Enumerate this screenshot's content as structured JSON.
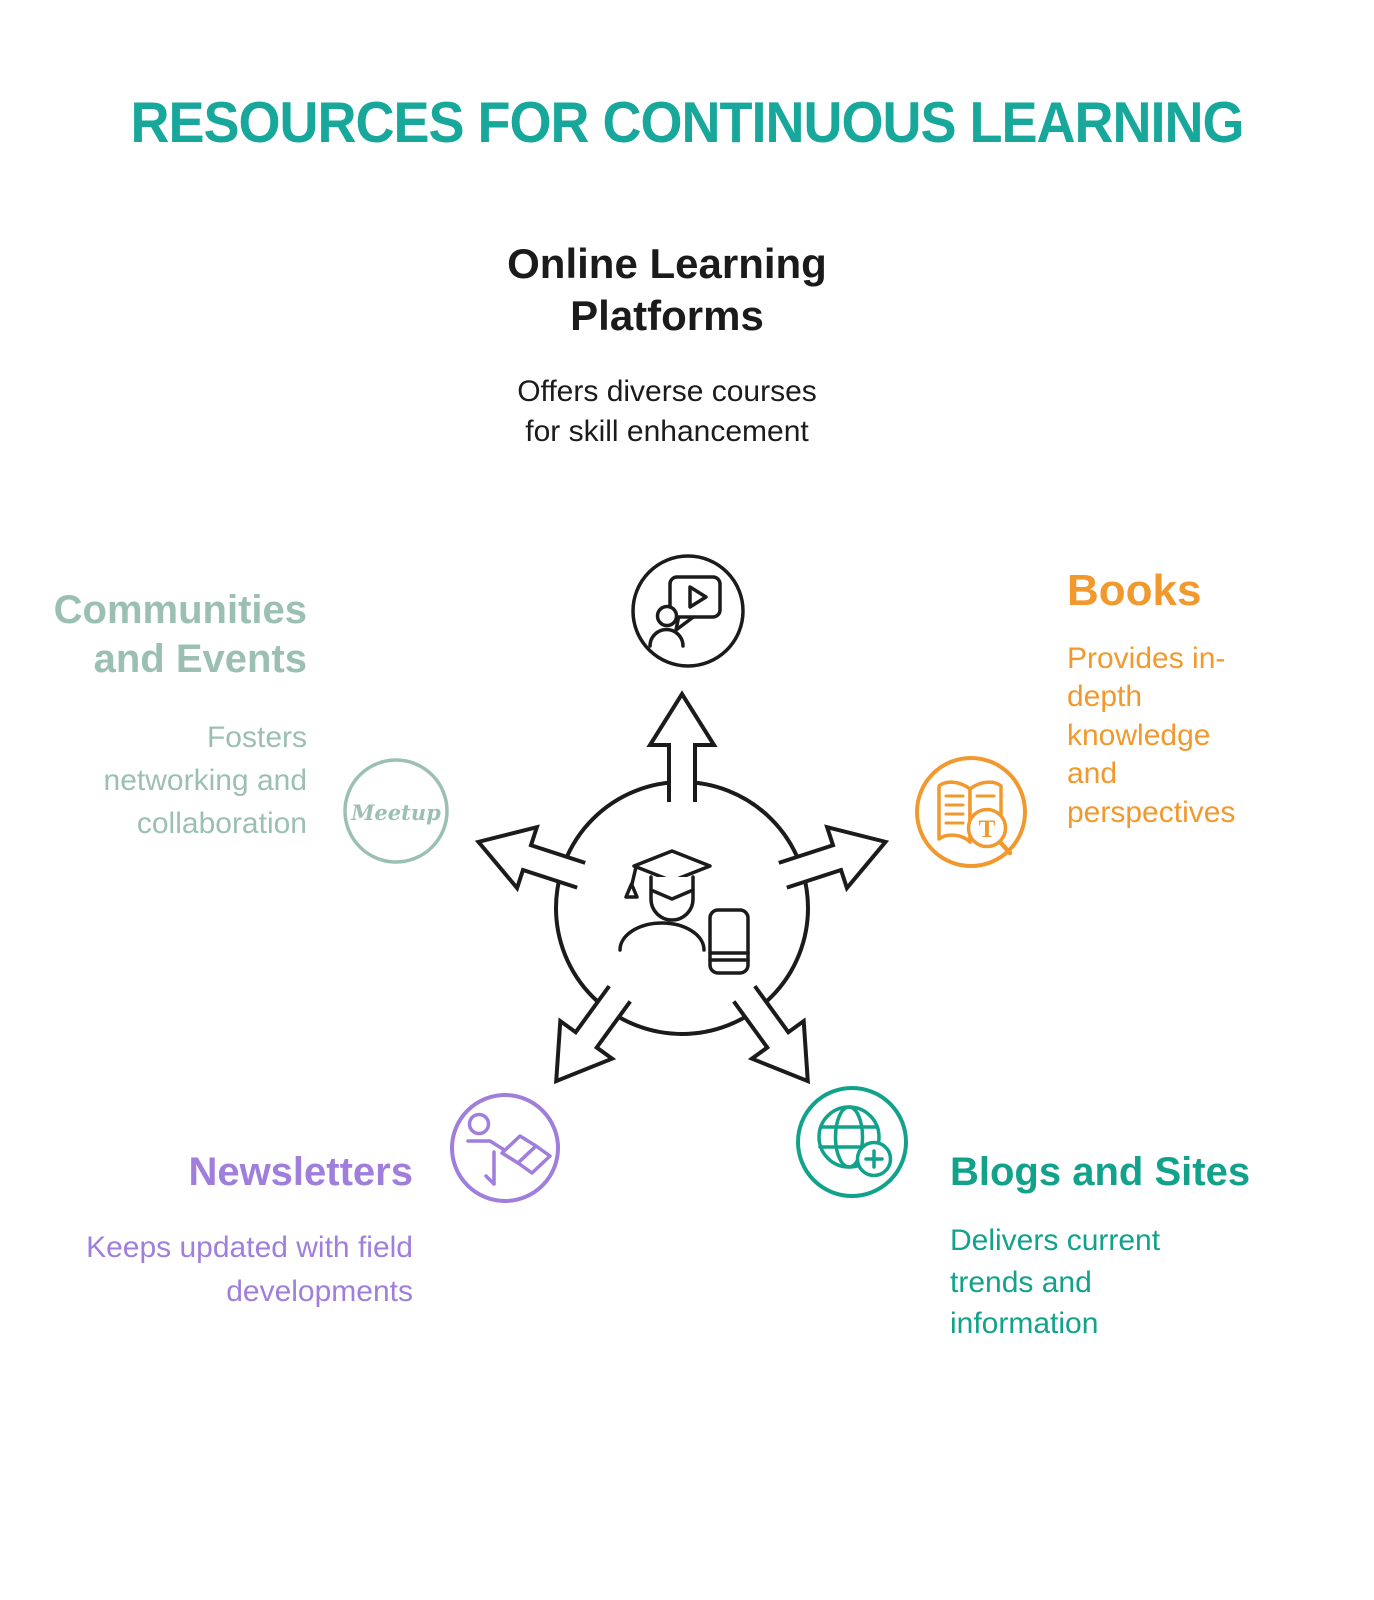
{
  "title": "RESOURCES FOR CONTINUOUS LEARNING",
  "colors": {
    "title": "#18A79B",
    "line_art": "#1B1B1B",
    "communities": "#9BC0B3",
    "books": "#F2992E",
    "newsletters": "#9F7EDC",
    "blogs": "#12A28B",
    "center_text": "#1B1B1B"
  },
  "hub": {
    "icon": "graduate-student-with-phone-icon"
  },
  "spokes": [
    {
      "id": "online-learning-platforms",
      "position": "top",
      "label": "Online Learning Platforms",
      "description": "Offers diverse courses for skill enhancement",
      "icon": "video-lesson-icon",
      "color": "#1B1B1B"
    },
    {
      "id": "books",
      "position": "right",
      "label": "Books",
      "description": "Provides in-depth knowledge and perspectives",
      "icon": "book-search-icon",
      "color": "#F2992E"
    },
    {
      "id": "blogs-and-sites",
      "position": "bottom-right",
      "label": "Blogs and Sites",
      "description": "Delivers current trends and information",
      "icon": "globe-plus-icon",
      "color": "#12A28B"
    },
    {
      "id": "newsletters",
      "position": "bottom-left",
      "label": "Newsletters",
      "description": "Keeps updated with field developments",
      "icon": "person-reading-icon",
      "color": "#9F7EDC"
    },
    {
      "id": "communities-and-events",
      "position": "left",
      "label": "Communities and Events",
      "description": "Fosters networking and collaboration",
      "icon": "meetup-logo-icon",
      "color": "#9BC0B3"
    }
  ],
  "icon_labels": {
    "meetup": "Meetup",
    "magnifier_letter": "T"
  }
}
